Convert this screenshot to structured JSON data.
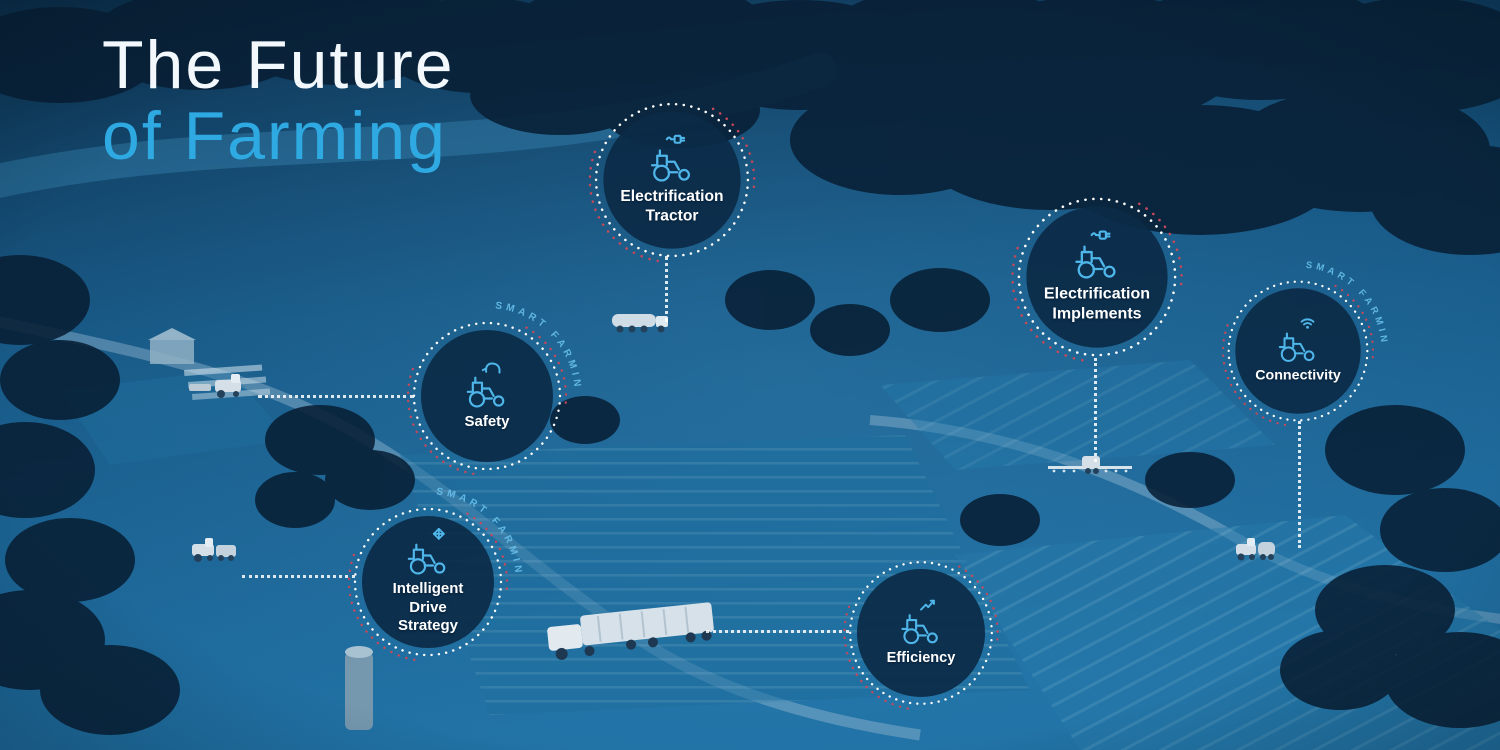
{
  "title": {
    "line1": "The Future",
    "line2": "of Farming"
  },
  "ring_label": "SMART FARMING",
  "badges": [
    {
      "id": "electrification-tractor",
      "label": "Electrification\nTractor",
      "icon": "electrification-tractor-icon"
    },
    {
      "id": "electrification-implements",
      "label": "Electrification\nImplements",
      "icon": "electrification-implements-icon"
    },
    {
      "id": "connectivity",
      "label": "Connectivity",
      "icon": "connectivity-tractor-icon"
    },
    {
      "id": "safety",
      "label": "Safety",
      "icon": "safety-hand-icon"
    },
    {
      "id": "intelligent-drive-strategy",
      "label": "Intelligent\nDrive\nStrategy",
      "icon": "intelligent-drive-icon"
    },
    {
      "id": "efficiency",
      "label": "Efficiency",
      "icon": "efficiency-arrow-icon"
    }
  ],
  "colors": {
    "accent_blue": "#2fa9e2",
    "badge_fill": "#0b2a47",
    "dot_white": "#ffffff",
    "dot_red": "#c8485a",
    "icon_blue": "#4fb6ea"
  }
}
